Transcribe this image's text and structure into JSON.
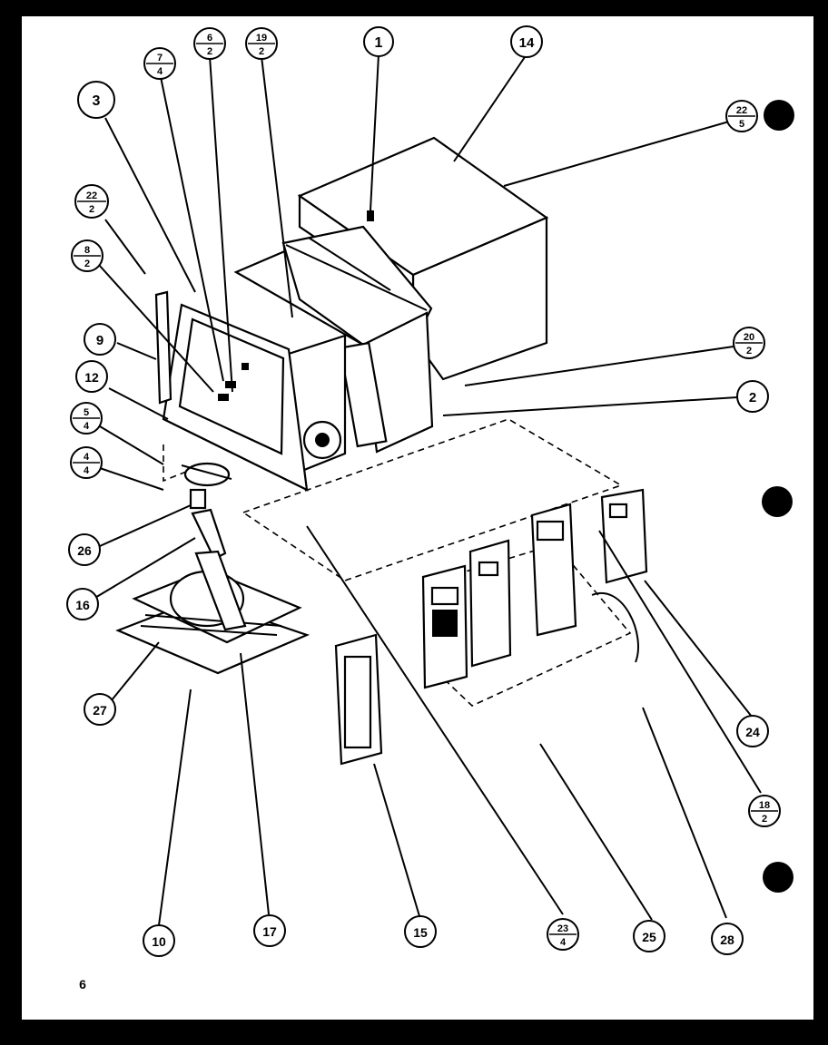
{
  "callouts": {
    "c1": {
      "top": "1"
    },
    "c14": {
      "top": "14"
    },
    "c19_2": {
      "top": "19",
      "bottom": "2"
    },
    "c6_2a": {
      "top": "6",
      "bottom": "2"
    },
    "c7_4": {
      "top": "7",
      "bottom": "4"
    },
    "c3": {
      "top": "3"
    },
    "c22_5": {
      "top": "22",
      "bottom": "5"
    },
    "c22_2": {
      "top": "22",
      "bottom": "2"
    },
    "c8_2": {
      "top": "8",
      "bottom": "2"
    },
    "c9": {
      "top": "9"
    },
    "c12": {
      "top": "12"
    },
    "c5_4": {
      "top": "5",
      "bottom": "4"
    },
    "c4_4": {
      "top": "4",
      "bottom": "4"
    },
    "c20_2": {
      "top": "20",
      "bottom": "2"
    },
    "c2": {
      "top": "2"
    },
    "c26": {
      "top": "26"
    },
    "c16": {
      "top": "16"
    },
    "c27": {
      "top": "27"
    },
    "c24": {
      "top": "24"
    },
    "c18_2": {
      "top": "18",
      "bottom": "2"
    },
    "c10": {
      "top": "10"
    },
    "c17": {
      "top": "17"
    },
    "c15": {
      "top": "15"
    },
    "c23_4": {
      "top": "23",
      "bottom": "4"
    },
    "c25": {
      "top": "25"
    },
    "c28": {
      "top": "28"
    }
  },
  "page_number": "6"
}
